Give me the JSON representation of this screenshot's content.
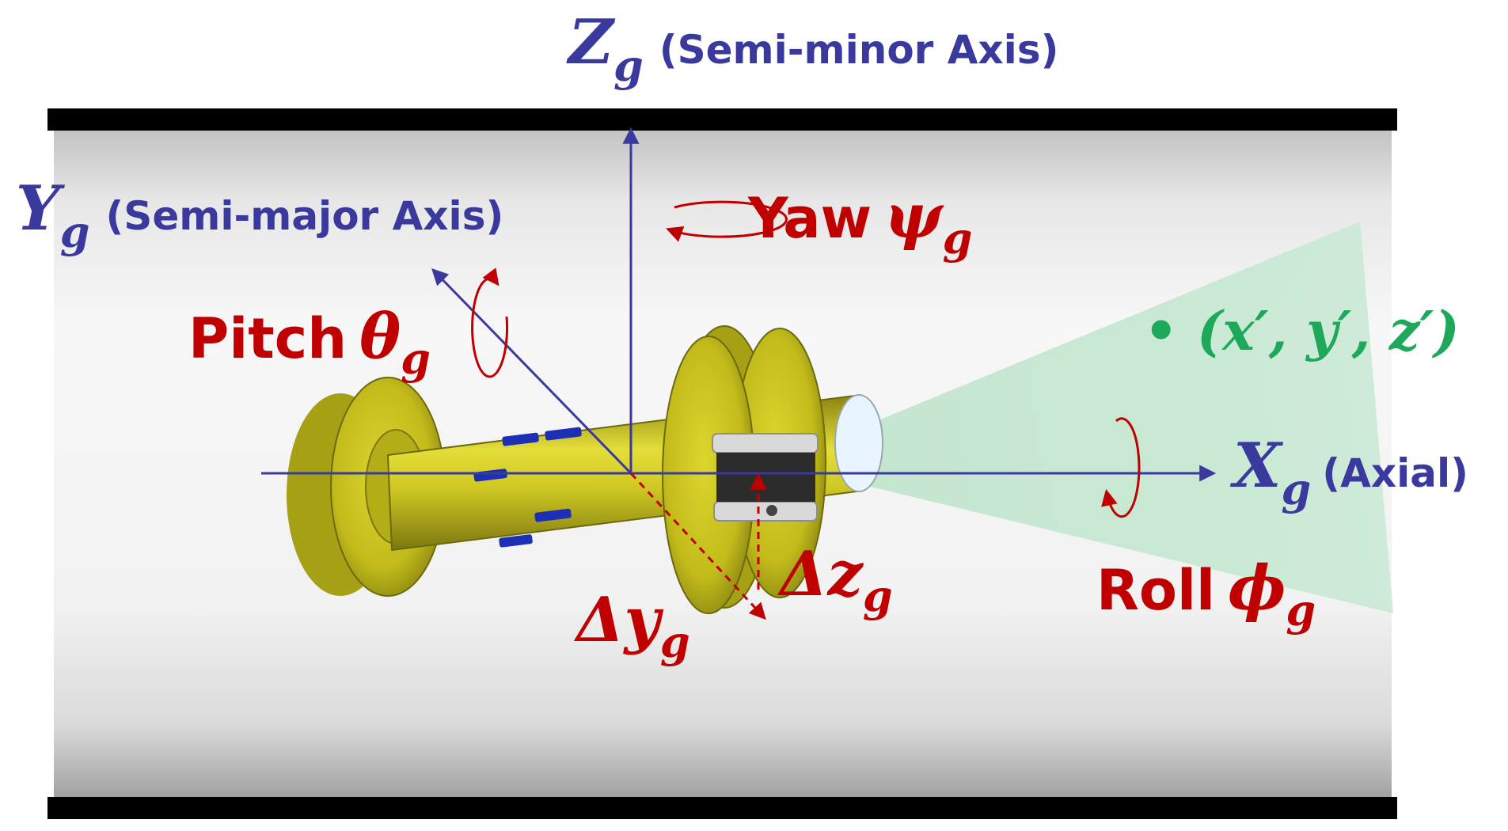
{
  "colors": {
    "axis": "#3a3a9e",
    "motion": "#c00000",
    "point": "#1ea85a",
    "robot": "#c9c219",
    "wall": "#000000",
    "fov": "#c9ead5"
  },
  "labels": {
    "z_axis": {
      "symbol": "Z",
      "sub": "g",
      "desc": "(Semi-minor Axis)"
    },
    "y_axis": {
      "symbol": "Y",
      "sub": "g",
      "desc": "(Semi-major Axis)"
    },
    "x_axis": {
      "symbol": "X",
      "sub": "g",
      "desc": "(Axial)"
    },
    "yaw": {
      "word": "Yaw",
      "symbol": "ψ",
      "sub": "g"
    },
    "pitch": {
      "word": "Pitch",
      "symbol": "θ",
      "sub": "g"
    },
    "roll": {
      "word": "Roll",
      "symbol": "ϕ",
      "sub": "g"
    },
    "dz": {
      "symbol": "Δz",
      "sub": "g"
    },
    "dy": {
      "symbol": "Δy",
      "sub": "g"
    },
    "point": "• (x′, y′, z′)"
  }
}
